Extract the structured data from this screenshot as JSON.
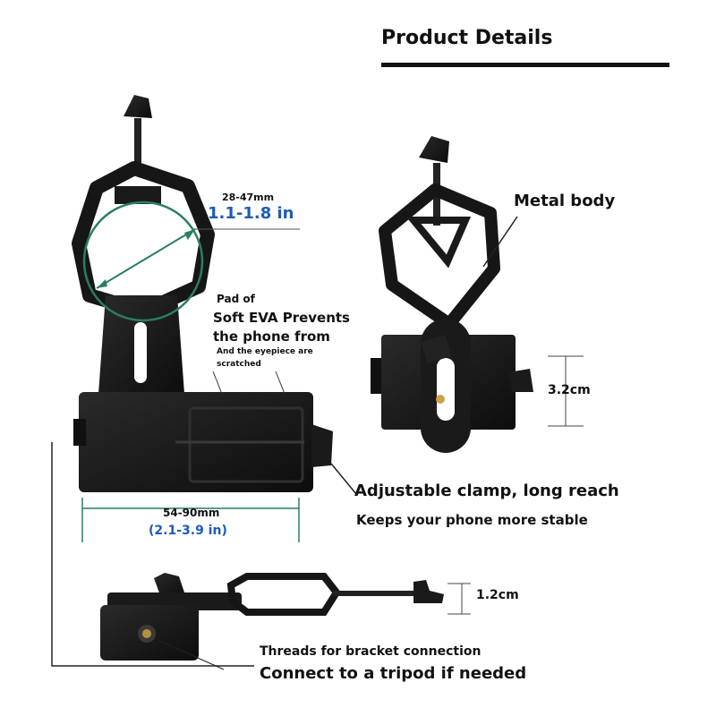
{
  "header": {
    "title": "Product Details"
  },
  "labels": {
    "diameter_mm": "28-47mm",
    "diameter_in": "1.1-1.8 in",
    "pad_line1": "Pad of",
    "pad_line2": "Soft EVA Prevents",
    "pad_line3": "the phone from",
    "pad_line4": "And the eyepiece are",
    "pad_line5": "scratched",
    "metal_body": "Metal body",
    "height_side": "3.2cm",
    "clamp_title": "Adjustable clamp, long reach",
    "clamp_sub": "Keeps your phone more stable",
    "width_mm": "54-90mm",
    "width_in": "(2.1-3.9 in)",
    "thickness": "1.2cm",
    "threads_title": "Threads for bracket connection",
    "threads_sub": "Connect to a tripod if needed"
  },
  "colors": {
    "accent_blue": "#1e5bb8",
    "accent_green": "#1f7a58",
    "device_black": "#141414"
  }
}
